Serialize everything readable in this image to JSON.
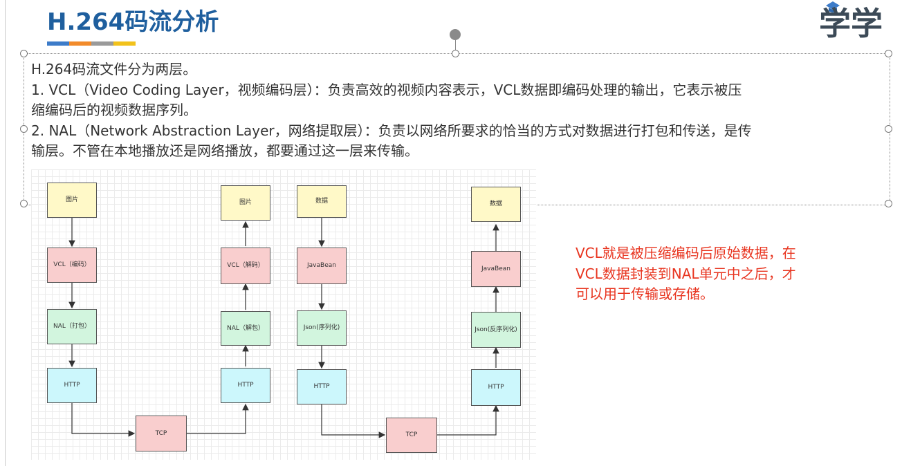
{
  "slide": {
    "title": "H.264码流分析",
    "logo_text": "学学",
    "accent_colors": [
      "#3d7cc9",
      "#f28b2b",
      "#9a9a9a",
      "#f2c21b"
    ]
  },
  "textbox": {
    "line1": "H.264码流文件分为两层。",
    "line2": "1. VCL（Video Coding Layer，视频编码层）：负责高效的视频内容表示，VCL数据即编码处理的输出，它表示被压",
    "line3": "缩编码后的视频数据序列。",
    "line4": "2. NAL（Network Abstraction Layer，网络提取层）：负责以网络所要求的恰当的方式对数据进行打包和传送，是传",
    "line5": "输层。不管在本地播放还是网络播放，都要通过这一层来传输。"
  },
  "diagram": {
    "encode_chain": [
      "图片",
      "VCL（编码）",
      "NAL（打包）",
      "HTTP"
    ],
    "decode_chain": [
      "图片",
      "VCL（解码）",
      "NAL（解包）",
      "HTTP"
    ],
    "serialize_chain": [
      "数据",
      "JavaBean",
      "Json(序列化)",
      "HTTP"
    ],
    "deserialize_chain": [
      "数据",
      "JavaBean",
      "Json(反序列化)",
      "HTTP"
    ],
    "tcp_left": "TCP",
    "tcp_right": "TCP"
  },
  "note": {
    "line1": "VCL就是被压缩编码后原始数据，在",
    "line2": "VCL数据封装到NAL单元中之后，才",
    "line3": "可以用于传输或存储。"
  }
}
